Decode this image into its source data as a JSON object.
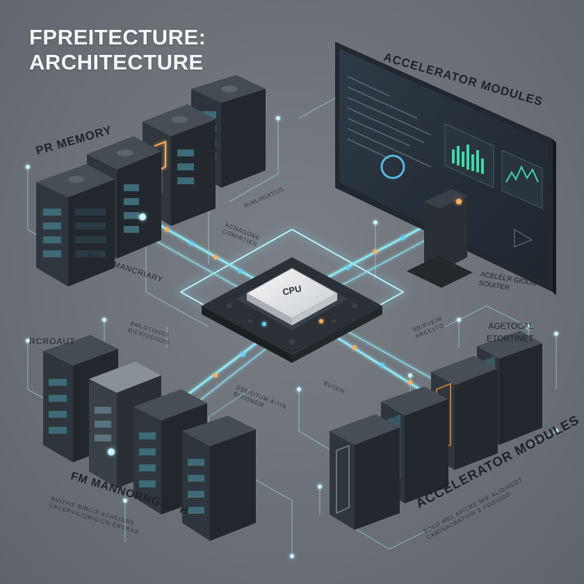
{
  "title": {
    "line1": "FPREITECTURE:",
    "line2": "ARCHITECTURE"
  },
  "labels": {
    "pr_memory": "PR MEMORY",
    "accelerator_top": "ACCELERATOR MODULES",
    "accelerator_bottom": "ACCELERATOR MODULES",
    "fm_monograph": "FM MANNORNGRIPH",
    "scn_mancriary": "SCNN MANCRIARY",
    "rcroaut": "RCROAUT",
    "agetocal": "AGETOCAL",
    "etortinet": "ETORTINET",
    "acelero_1": "ACELELR GIOON",
    "acelero_2": "SOUITER",
    "cpu": "CPU"
  },
  "small_text": {
    "fm_sub_1": "NUOVIS BIRCIS ACHEIGRS",
    "fm_sub_2": "CACERVILIONIGICN ERCRAS",
    "acc_sub_1": "SOCD MEL AFICRE MIE ALIDINEET",
    "acc_sub_2": "CAMINACRATION & FOOIUDD",
    "center_a": "RINLINIATIUL",
    "center_b_1": "ACNAGONE",
    "center_b_2": "COMIRTIEN",
    "center_c_1": "BMLGTIAOIS",
    "center_c_2": "BIERIUCIIOIS",
    "center_d_1": "SSEIOTUM AITIN",
    "center_d_2": "BIJIOMEM",
    "center_e": "BUISIN",
    "right_mid_1": "SBIRVEIR",
    "right_mid_2": "ARCELTO"
  },
  "colors": {
    "background": "#6c7178",
    "connection_glow": "#8fe6f2",
    "led_blue": "#5fd3ff",
    "led_orange": "#ffb060",
    "server_body": "#2e343b",
    "chart_green": "#3fd9a8",
    "cpu_chip": "#e7eaed"
  },
  "icons": {
    "server_rack": "server-rack-icon",
    "cpu_chip": "cpu-chip-icon",
    "monitor": "monitor-icon"
  }
}
